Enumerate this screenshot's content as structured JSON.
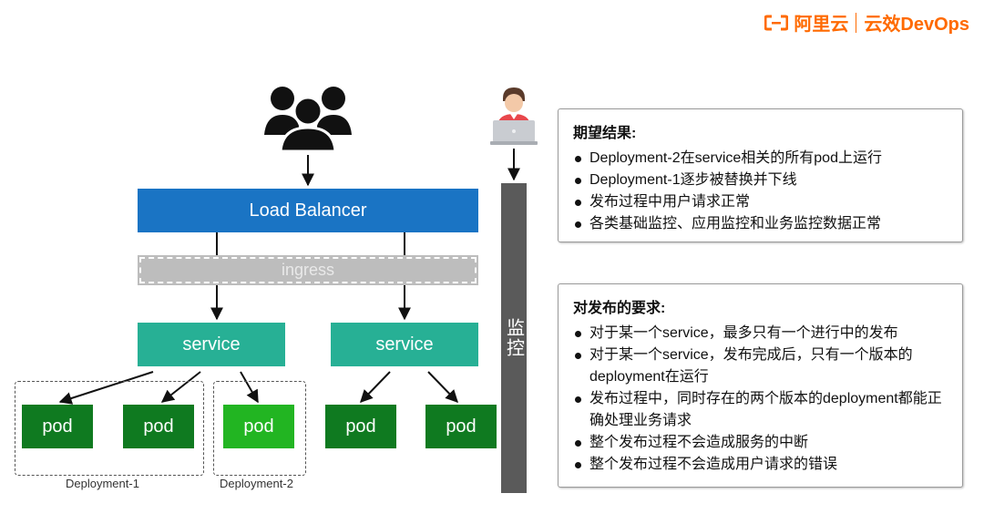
{
  "brand": {
    "name_cn": "阿里云",
    "name_product": "云效DevOps"
  },
  "diagram": {
    "load_balancer": "Load Balancer",
    "ingress": "ingress",
    "services": [
      "service",
      "service"
    ],
    "pods": [
      "pod",
      "pod",
      "pod",
      "pod",
      "pod"
    ],
    "groups": [
      "Deployment-1",
      "Deployment-2"
    ],
    "monitor": "监控"
  },
  "expected": {
    "title": "期望结果:",
    "items": [
      "Deployment-2在service相关的所有pod上运行",
      "Deployment-1逐步被替换并下线",
      "发布过程中用户请求正常",
      "各类基础监控、应用监控和业务监控数据正常"
    ]
  },
  "requirements": {
    "title": "对发布的要求:",
    "items": [
      "对于某一个service，最多只有一个进行中的发布",
      "对于某一个service，发布完成后，只有一个版本的deployment在运行",
      "发布过程中，同时存在的两个版本的deployment都能正确处理业务请求",
      "整个发布过程不会造成服务的中断",
      "整个发布过程不会造成用户请求的错误"
    ]
  },
  "colors": {
    "brand": "#ff6a00",
    "load_balancer": "#1a74c4",
    "ingress": "#bdbdbd",
    "service": "#27b095",
    "pod_old": "#0f7a20",
    "pod_new": "#22b522",
    "monitor": "#5a5a5a"
  },
  "icons": [
    "users-icon",
    "developer-laptop-icon"
  ]
}
